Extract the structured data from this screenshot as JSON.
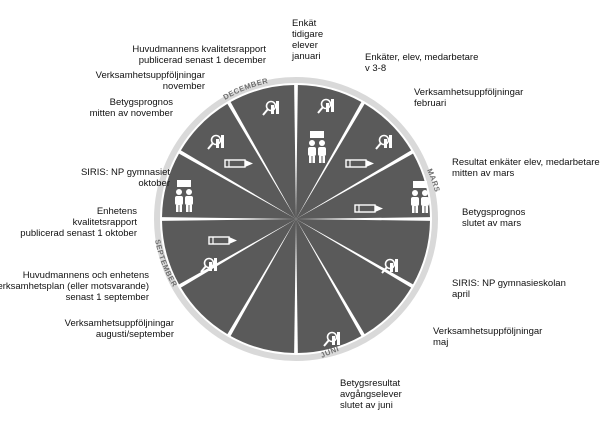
{
  "wheel": {
    "ring_labels": {
      "december": "DECEMBER",
      "mars": "MARS",
      "juni": "JUNI",
      "september": "SEPTEMBER"
    },
    "colors": {
      "segment": "#5a5a5a",
      "ring": "#d9d9d9",
      "ring_text": "#6e6e6e",
      "icon": "#ffffff"
    }
  },
  "labels": {
    "enkat_tidigare": [
      "Enkät",
      "tidigare",
      "elever",
      "januari"
    ],
    "enkater_medarbetare": [
      "Enkäter, elev, medarbetare",
      "v 3-8"
    ],
    "verksamhet_februari": [
      "Verksamhetsuppföljningar",
      "februari"
    ],
    "resultat_enkater": [
      "Resultat enkäter elev, medarbetare",
      "mitten av mars"
    ],
    "betygsprognos_mars": [
      "Betygsprognos",
      "slutet av mars"
    ],
    "siris_april": [
      "SIRIS: NP gymnasieskolan",
      "april"
    ],
    "verksamhet_maj": [
      "Verksamhetsuppföljningar",
      "maj"
    ],
    "betygsresultat": [
      "Betygsresultat",
      "avgångselever",
      "slutet av juni"
    ],
    "verksamhet_augusti": [
      "Verksamhetsuppföljningar",
      "augusti/september"
    ],
    "verksamhetsplan": [
      "Huvudmannens och enhetens",
      "verksamhetsplan (eller motsvarande)",
      "senast 1 september"
    ],
    "enhetens_kvalitet": [
      "Enhetens",
      "kvalitetsrapport",
      "publicerad senast 1 oktober"
    ],
    "siris_oktober": [
      "SIRIS: NP gymnasiet",
      "oktober"
    ],
    "betygsprognos_november": [
      "Betygsprognos",
      "mitten av november"
    ],
    "verksamhet_november": [
      "Verksamhetsuppföljningar",
      "november"
    ],
    "huvudmannens_kvalitet": [
      "Huvudmannens kvalitetsrapport",
      "publicerad senast 1 december"
    ]
  }
}
